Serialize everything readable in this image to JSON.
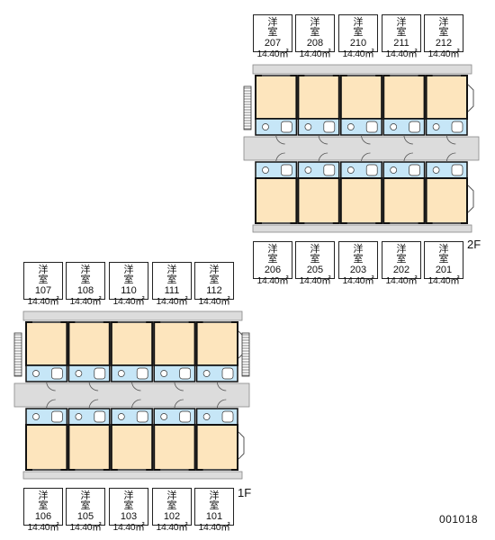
{
  "floors": [
    {
      "name": "2F",
      "top_rooms": [
        {
          "type": "洋 室",
          "number": "207",
          "area": "14.40㎡"
        },
        {
          "type": "洋 室",
          "number": "208",
          "area": "14.40㎡"
        },
        {
          "type": "洋 室",
          "number": "210",
          "area": "14.40㎡"
        },
        {
          "type": "洋 室",
          "number": "211",
          "area": "14.40㎡"
        },
        {
          "type": "洋 室",
          "number": "212",
          "area": "14.40㎡"
        }
      ],
      "bottom_rooms": [
        {
          "type": "洋 室",
          "number": "206",
          "area": "14.40㎡"
        },
        {
          "type": "洋 室",
          "number": "205",
          "area": "14.40㎡"
        },
        {
          "type": "洋 室",
          "number": "203",
          "area": "14.40㎡"
        },
        {
          "type": "洋 室",
          "number": "202",
          "area": "14.40㎡"
        },
        {
          "type": "洋 室",
          "number": "201",
          "area": "14.40㎡"
        }
      ]
    },
    {
      "name": "1F",
      "top_rooms": [
        {
          "type": "洋 室",
          "number": "107",
          "area": "14.40㎡"
        },
        {
          "type": "洋 室",
          "number": "108",
          "area": "14.40㎡"
        },
        {
          "type": "洋 室",
          "number": "110",
          "area": "14.40㎡"
        },
        {
          "type": "洋 室",
          "number": "111",
          "area": "14.40㎡"
        },
        {
          "type": "洋 室",
          "number": "112",
          "area": "14.40㎡"
        }
      ],
      "bottom_rooms": [
        {
          "type": "洋 室",
          "number": "106",
          "area": "14.40㎡"
        },
        {
          "type": "洋 室",
          "number": "105",
          "area": "14.40㎡"
        },
        {
          "type": "洋 室",
          "number": "103",
          "area": "14.40㎡"
        },
        {
          "type": "洋 室",
          "number": "102",
          "area": "14.40㎡"
        },
        {
          "type": "洋 室",
          "number": "101",
          "area": "14.40㎡"
        }
      ]
    }
  ],
  "property_code": "001018",
  "colors": {
    "room": "#fde5bd",
    "bath": "#c6e6f7",
    "corridor": "#dcdcdc",
    "wall": "#111111"
  }
}
